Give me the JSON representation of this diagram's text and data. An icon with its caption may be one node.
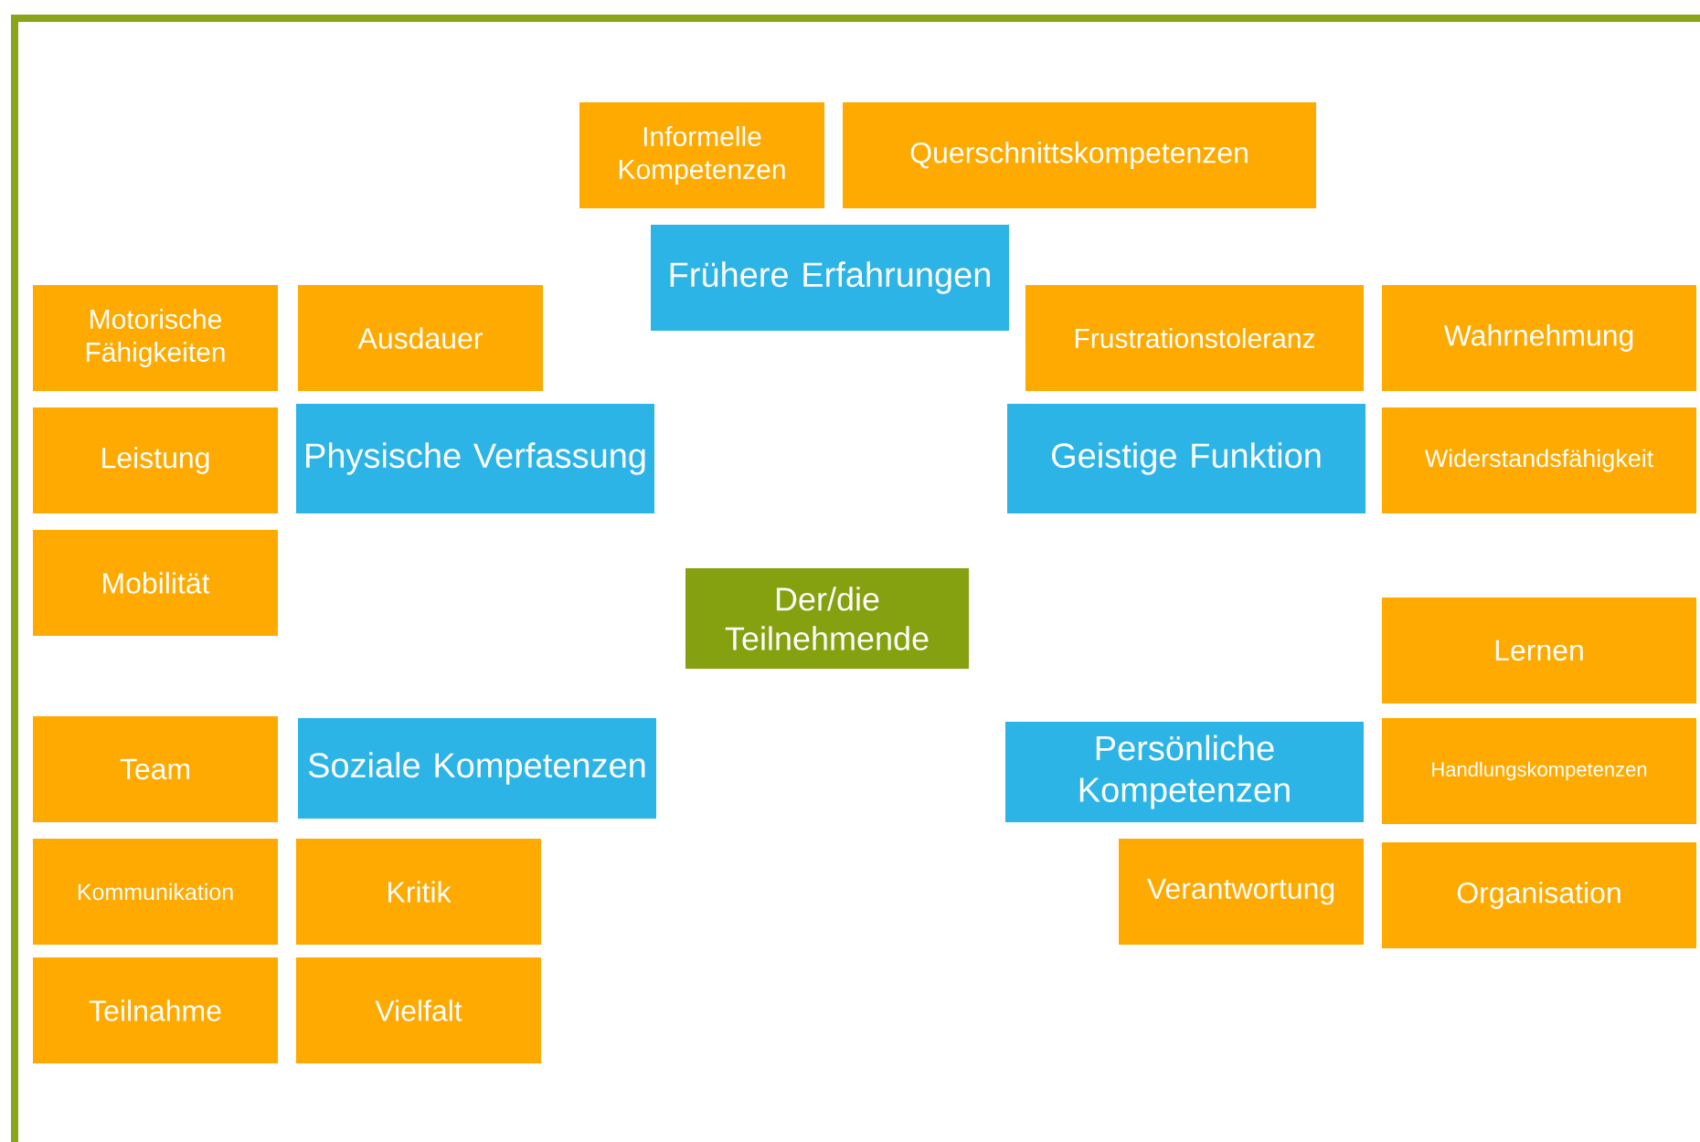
{
  "diagram": {
    "nodes": [
      {
        "text": [
          "Informelle Kompetenzen"
        ]
      },
      {
        "text": [
          "Querschnittskompetenzen"
        ]
      },
      {
        "text": [
          "Frühere Erfahrungen"
        ]
      },
      {
        "text": [
          "Motorische Fähigkeiten"
        ]
      },
      {
        "text": [
          "Ausdauer"
        ]
      },
      {
        "text": [
          "Frustrationstoleranz"
        ]
      },
      {
        "text": [
          "Wahrnehmung"
        ]
      },
      {
        "text": [
          "Leistung"
        ]
      },
      {
        "text": [
          "Physische Verfassung"
        ]
      },
      {
        "text": [
          "Geistige Funktion"
        ]
      },
      {
        "text": [
          "Widerstandsfähigkeit"
        ]
      },
      {
        "text": [
          "Mobilität"
        ]
      },
      {
        "text": [
          "Der/die Teilnehmende"
        ]
      },
      {
        "text": [
          "Lernen"
        ]
      },
      {
        "text": [
          "Team"
        ]
      },
      {
        "text": [
          "Soziale Kompetenzen"
        ]
      },
      {
        "text": [
          "Persönliche Kompetenzen"
        ]
      },
      {
        "text": [
          "Handlungskompetenzen"
        ]
      },
      {
        "text": [
          "Kommunikation"
        ]
      },
      {
        "text": [
          "Kritik"
        ]
      },
      {
        "text": [
          "Verantwortung"
        ]
      },
      {
        "text": [
          "Organisation"
        ]
      },
      {
        "text": [
          "Teilnahme"
        ]
      },
      {
        "text": [
          "Vielfalt"
        ]
      }
    ]
  }
}
